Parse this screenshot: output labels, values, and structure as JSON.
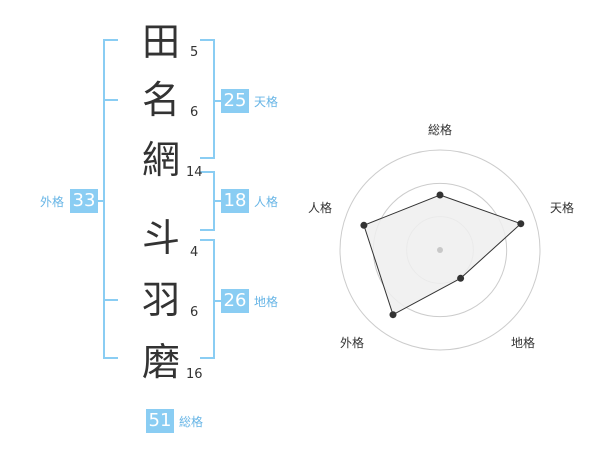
{
  "name": {
    "characters": [
      {
        "char": "田",
        "strokes": "5"
      },
      {
        "char": "名",
        "strokes": "6"
      },
      {
        "char": "網",
        "strokes": "14"
      },
      {
        "char": "斗",
        "strokes": "4"
      },
      {
        "char": "羽",
        "strokes": "6"
      },
      {
        "char": "磨",
        "strokes": "16"
      }
    ]
  },
  "fortune": {
    "tenkaku": {
      "value": "25",
      "label": "天格"
    },
    "jinkaku": {
      "value": "18",
      "label": "人格"
    },
    "chikaku": {
      "value": "26",
      "label": "地格"
    },
    "gaikaku": {
      "value": "33",
      "label": "外格"
    },
    "soukaku": {
      "value": "51",
      "label": "総格"
    }
  },
  "chart_data": {
    "type": "radar",
    "axes": [
      "総格",
      "天格",
      "地格",
      "外格",
      "人格"
    ],
    "values": [
      0.55,
      0.85,
      0.35,
      0.8,
      0.8
    ],
    "range": [
      0,
      1
    ],
    "rings": 3,
    "colors": {
      "fill": "#eeeeee",
      "line": "#333333",
      "ring": "#cccccc",
      "accent": "#8acdf3"
    }
  }
}
